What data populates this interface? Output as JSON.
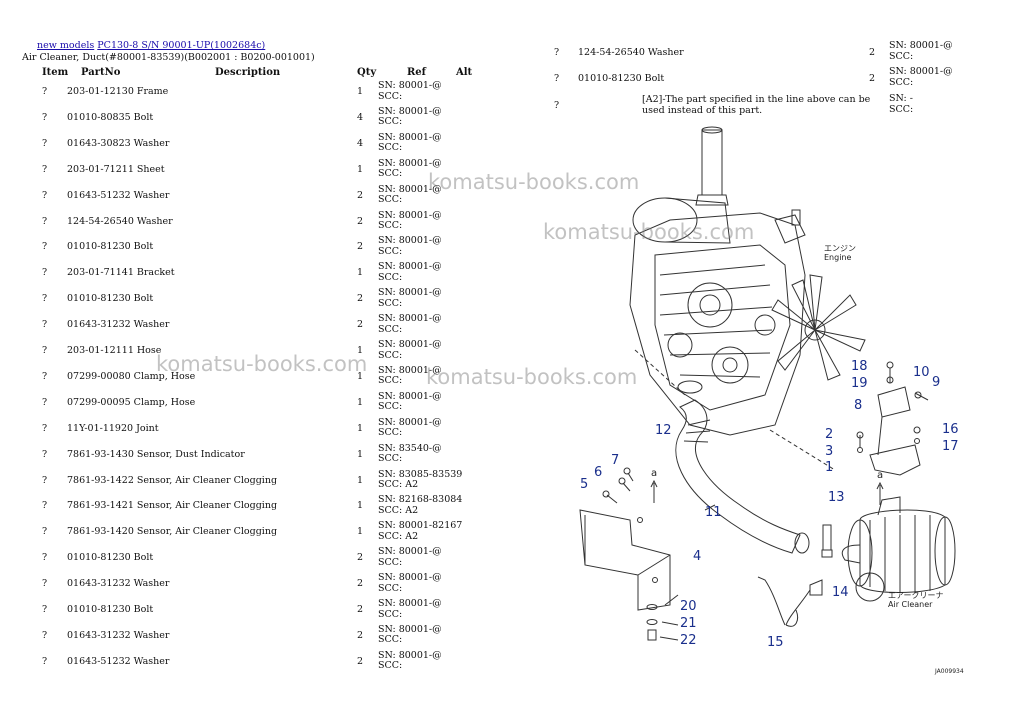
{
  "breadcrumb": {
    "link1": "new models",
    "link2": "PC130-8 S/N 90001-UP(1002684c)",
    "subtitle": "Air Cleaner, Duct(#80001-83539)(B002001 : B0200-001001)"
  },
  "headers": {
    "item": "Item",
    "partno": "PartNo",
    "description": "Description",
    "qty": "Qty",
    "ref": "Ref",
    "alt": "Alt"
  },
  "rows": [
    {
      "item": "?",
      "part": "203-01-12130 Frame",
      "qty": "1",
      "sn": "SN: 80001-@",
      "scc": "SCC:"
    },
    {
      "item": "?",
      "part": "01010-80835  Bolt",
      "qty": "4",
      "sn": "SN: 80001-@",
      "scc": "SCC:"
    },
    {
      "item": "?",
      "part": "01643-30823  Washer",
      "qty": "4",
      "sn": "SN: 80001-@",
      "scc": "SCC:"
    },
    {
      "item": "?",
      "part": "203-01-71211 Sheet",
      "qty": "1",
      "sn": "SN: 80001-@",
      "scc": "SCC:"
    },
    {
      "item": "?",
      "part": "01643-51232  Washer",
      "qty": "2",
      "sn": "SN: 80001-@",
      "scc": "SCC:"
    },
    {
      "item": "?",
      "part": "124-54-26540 Washer",
      "qty": "2",
      "sn": "SN: 80001-@",
      "scc": "SCC:"
    },
    {
      "item": "?",
      "part": "01010-81230  Bolt",
      "qty": "2",
      "sn": "SN: 80001-@",
      "scc": "SCC:"
    },
    {
      "item": "?",
      "part": "203-01-71141 Bracket",
      "qty": "1",
      "sn": "SN: 80001-@",
      "scc": "SCC:"
    },
    {
      "item": "?",
      "part": "01010-81230  Bolt",
      "qty": "2",
      "sn": "SN: 80001-@",
      "scc": "SCC:"
    },
    {
      "item": "?",
      "part": "01643-31232  Washer",
      "qty": "2",
      "sn": "SN: 80001-@",
      "scc": "SCC:"
    },
    {
      "item": "?",
      "part": "203-01-12111 Hose",
      "qty": "1",
      "sn": "SN: 80001-@",
      "scc": "SCC:"
    },
    {
      "item": "?",
      "part": "07299-00080  Clamp, Hose",
      "qty": "1",
      "sn": "SN: 80001-@",
      "scc": "SCC:"
    },
    {
      "item": "?",
      "part": "07299-00095  Clamp, Hose",
      "qty": "1",
      "sn": "SN: 80001-@",
      "scc": "SCC:"
    },
    {
      "item": "?",
      "part": "11Y-01-11920 Joint",
      "qty": "1",
      "sn": "SN: 80001-@",
      "scc": "SCC:"
    },
    {
      "item": "?",
      "part": "7861-93-1430 Sensor, Dust Indicator",
      "qty": "1",
      "sn": "SN: 83540-@",
      "scc": "SCC:"
    },
    {
      "item": "?",
      "part": "7861-93-1422 Sensor, Air Cleaner Clogging",
      "qty": "1",
      "sn": "SN: 83085-83539",
      "scc": "SCC: A2"
    },
    {
      "item": "?",
      "part": "7861-93-1421 Sensor, Air Cleaner Clogging",
      "qty": "1",
      "sn": "SN: 82168-83084",
      "scc": "SCC: A2"
    },
    {
      "item": "?",
      "part": "7861-93-1420 Sensor, Air Cleaner Clogging",
      "qty": "1",
      "sn": "SN: 80001-82167",
      "scc": "SCC: A2"
    },
    {
      "item": "?",
      "part": "01010-81230  Bolt",
      "qty": "2",
      "sn": "SN: 80001-@",
      "scc": "SCC:"
    },
    {
      "item": "?",
      "part": "01643-31232  Washer",
      "qty": "2",
      "sn": "SN: 80001-@",
      "scc": "SCC:"
    },
    {
      "item": "?",
      "part": "01010-81230  Bolt",
      "qty": "2",
      "sn": "SN: 80001-@",
      "scc": "SCC:"
    },
    {
      "item": "?",
      "part": "01643-31232  Washer",
      "qty": "2",
      "sn": "SN: 80001-@",
      "scc": "SCC:"
    },
    {
      "item": "?",
      "part": "01643-51232  Washer",
      "qty": "2",
      "sn": "SN: 80001-@",
      "scc": "SCC:"
    }
  ],
  "right_rows": [
    {
      "item": "?",
      "part": "124-54-26540 Washer",
      "qty": "2",
      "sn": "SN: 80001-@",
      "scc": "SCC:"
    },
    {
      "item": "?",
      "part": "01010-81230  Bolt",
      "qty": "2",
      "sn": "SN: 80001-@",
      "scc": "SCC:"
    }
  ],
  "note": {
    "item": "?",
    "line1": "[A2]-The part specified in the line above can be",
    "line2": "used instead of this part.",
    "sn": "SN: -",
    "scc": "SCC:"
  },
  "watermark": "komatsu-books.com",
  "diagram": {
    "engine_jp": "エンジン",
    "engine_en": "Engine",
    "cleaner_jp": "エアークリーナ",
    "cleaner_en": "Air Cleaner",
    "ref_a": "a",
    "drawing_no": "JA009934",
    "callouts": [
      "1",
      "2",
      "3",
      "4",
      "5",
      "6",
      "7",
      "8",
      "9",
      "10",
      "11",
      "12",
      "13",
      "14",
      "15",
      "16",
      "17",
      "18",
      "19",
      "20",
      "21",
      "22"
    ],
    "callout_color": "#1a2f8c"
  }
}
